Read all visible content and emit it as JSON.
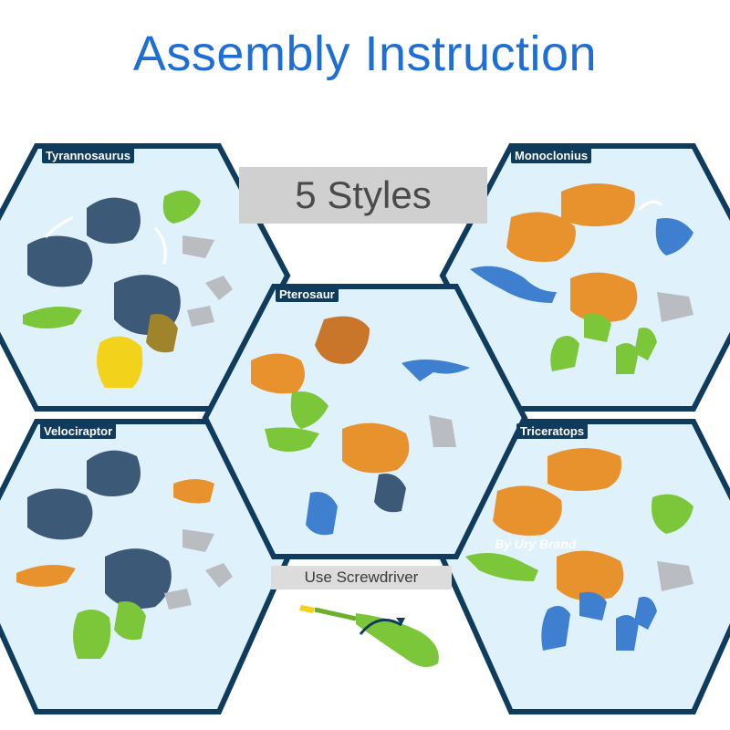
{
  "title": "Assembly Instruction",
  "center_banner": "5 Styles",
  "tool_banner": "Use Screwdriver",
  "watermark": "By Ury Brand",
  "panels": [
    {
      "label": "Tyrannosaurus"
    },
    {
      "label": "Pterosaur"
    },
    {
      "label": "Monoclonius"
    },
    {
      "label": "Velociraptor"
    },
    {
      "label": "Triceratops"
    }
  ],
  "colors": {
    "title": "#1f6ed4",
    "hex_border": "#0f3b5c",
    "hex_fill": "#dff1fb",
    "banner_bg": "#d0d0d0",
    "dino_slate": "#3c5a78",
    "dino_green": "#7cc63a",
    "dino_orange": "#e8922d",
    "dino_blue": "#3f7fd0",
    "dino_yellow": "#f2d21b",
    "dino_grey": "#b9bcc0"
  }
}
